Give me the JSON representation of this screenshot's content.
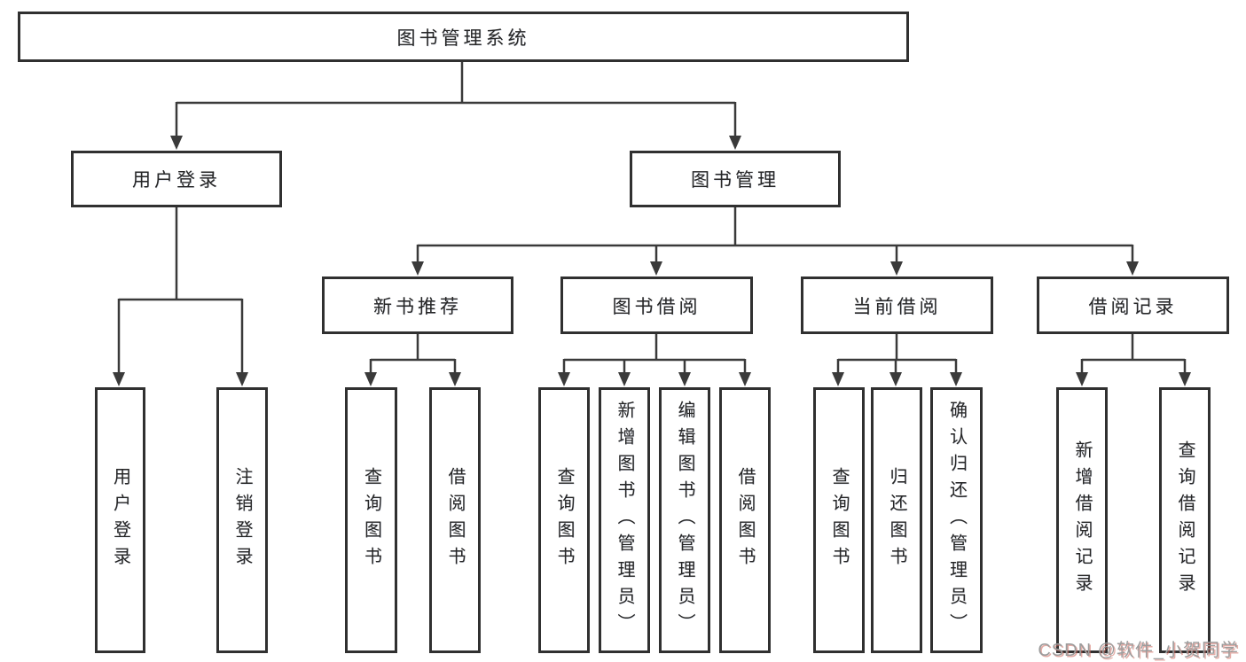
{
  "tree": {
    "label": "图书管理系统",
    "children": [
      {
        "label": "用户登录",
        "children": [
          {
            "label": "用户登录"
          },
          {
            "label": "注销登录"
          }
        ]
      },
      {
        "label": "图书管理",
        "children": [
          {
            "label": "新书推荐",
            "children": [
              {
                "label": "查询图书"
              },
              {
                "label": "借阅图书"
              }
            ]
          },
          {
            "label": "图书借阅",
            "children": [
              {
                "label": "查询图书"
              },
              {
                "label": "新增图书（管理员）"
              },
              {
                "label": "编辑图书（管理员）"
              },
              {
                "label": "借阅图书"
              }
            ]
          },
          {
            "label": "当前借阅",
            "children": [
              {
                "label": "查询图书"
              },
              {
                "label": "归还图书"
              },
              {
                "label": "确认归还（管理员）"
              }
            ]
          },
          {
            "label": "借阅记录",
            "children": [
              {
                "label": "新增借阅记录"
              },
              {
                "label": "查询借阅记录"
              }
            ]
          }
        ]
      }
    ]
  },
  "watermark": {
    "text": "CSDN @软件_小贺同学"
  },
  "colors": {
    "line": "#3a3a3a",
    "box_border": "#303030",
    "text": "#262626",
    "background": "#ffffff",
    "watermark_gray": "#9c9c9c",
    "watermark_red_tint": "#cd695f"
  }
}
